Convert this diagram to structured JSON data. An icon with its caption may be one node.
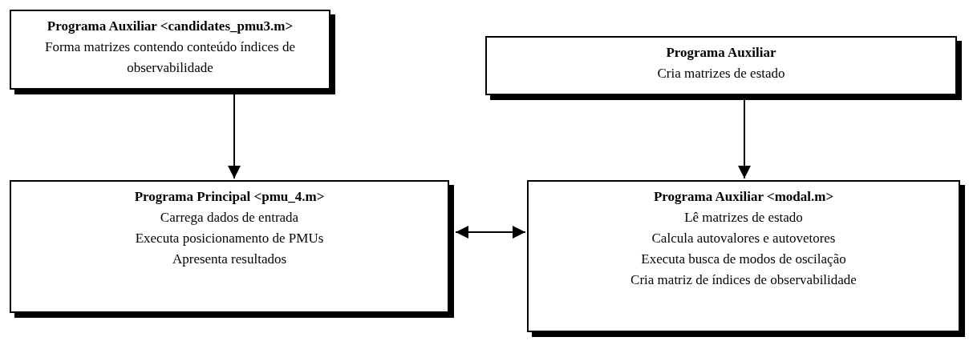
{
  "diagram": {
    "nodes": [
      {
        "text": [
          "Programa Auxiliar <candidates_pmu3.m>",
          "Forma matrizes contendo conteúdo índices de observabilidade"
        ]
      },
      {
        "text": [
          "Programa Auxiliar",
          "Cria matrizes de estado"
        ]
      },
      {
        "text": [
          "Programa Principal <pmu_4.m>",
          "Carrega dados de entrada",
          "Executa posicionamento de PMUs",
          "Apresenta resultados"
        ]
      },
      {
        "text": [
          "Programa Auxiliar <modal.m>",
          "Lê matrizes de estado",
          "Calcula autovalores e autovetores",
          "Executa busca de modos de oscilação",
          "Cria matriz de índices de observabilidade"
        ]
      }
    ],
    "edges": [
      {
        "from": 0,
        "to": 2,
        "arrow": "to"
      },
      {
        "from": 1,
        "to": 3,
        "arrow": "to"
      },
      {
        "from": 2,
        "to": 3,
        "arrow": "both"
      }
    ]
  }
}
